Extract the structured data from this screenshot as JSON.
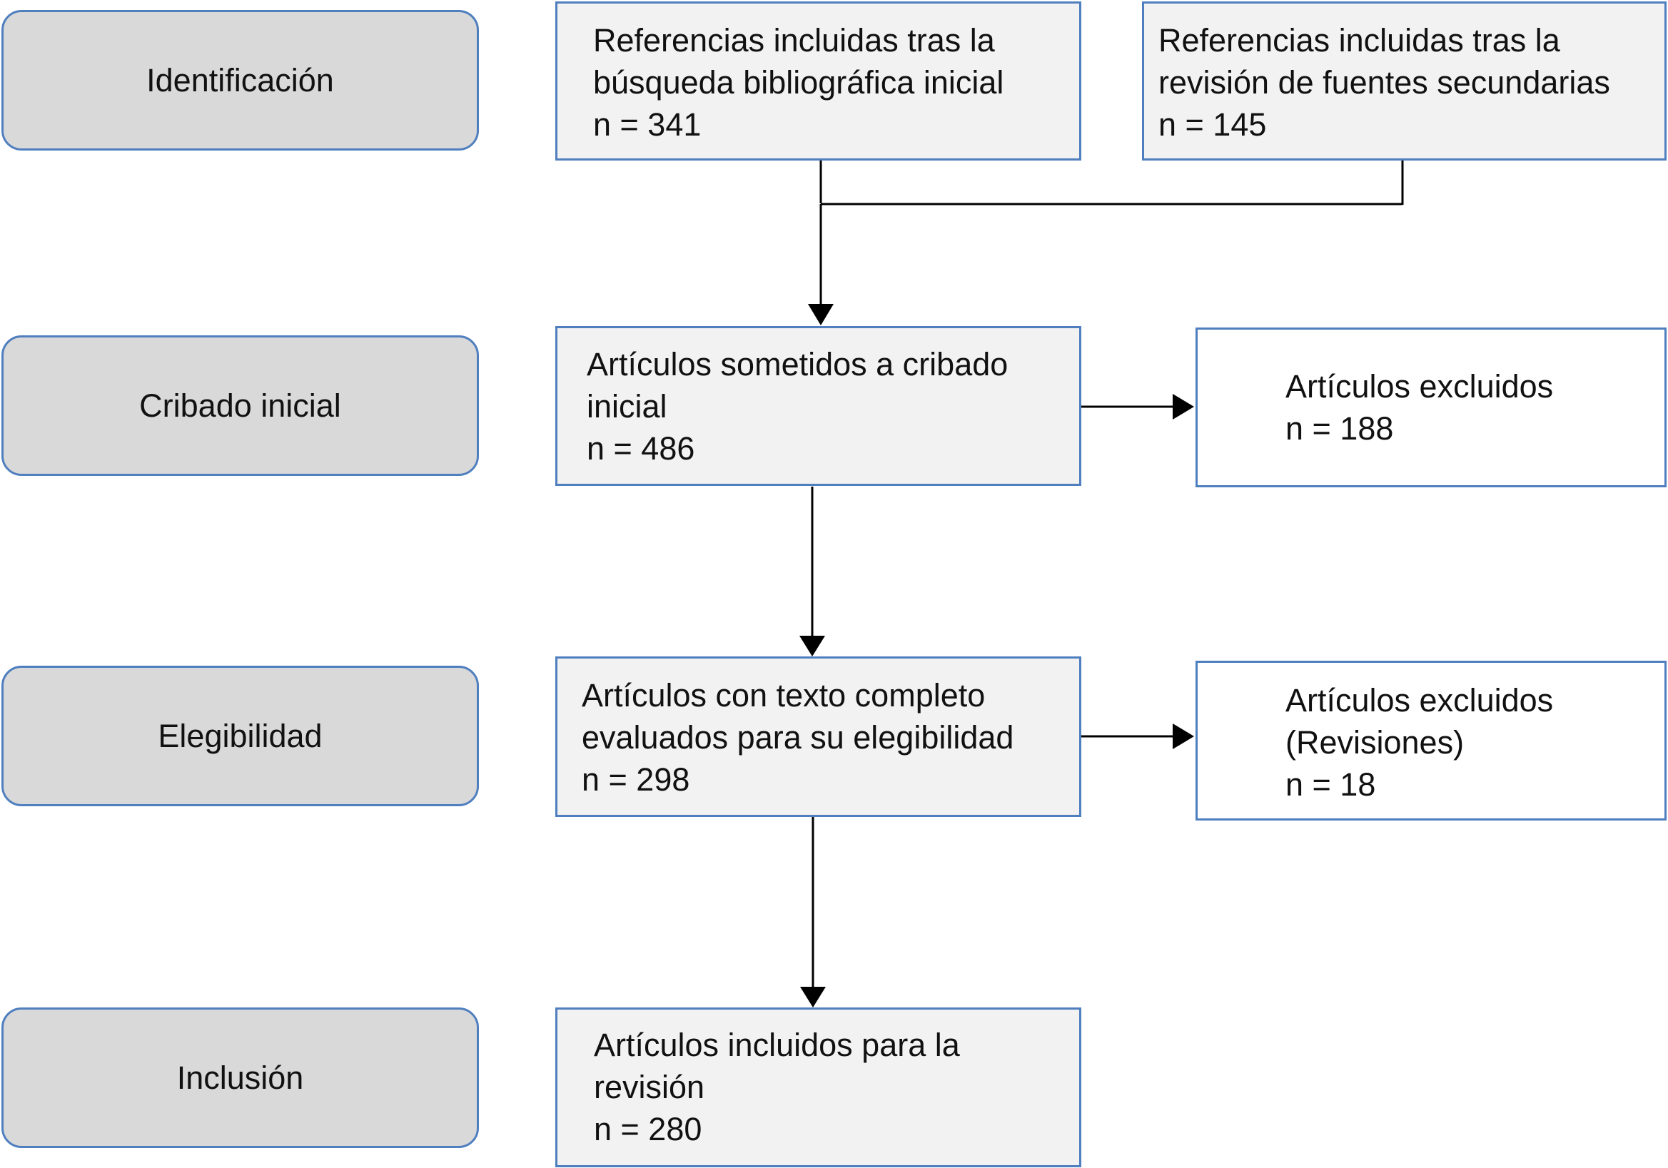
{
  "stages": {
    "identificacion": "Identificación",
    "cribado": "Cribado inicial",
    "elegibilidad": "Elegibilidad",
    "inclusion": "Inclusión"
  },
  "boxes": {
    "busqueda_inicial": {
      "lines": [
        "Referencias incluidas tras la",
        "búsqueda bibliográfica inicial",
        "n = 341"
      ]
    },
    "fuentes_secundarias": {
      "lines": [
        "Referencias incluidas tras la",
        "revisión de fuentes secundarias",
        "n = 145"
      ]
    },
    "cribado_inicial": {
      "lines": [
        "Artículos sometidos a cribado",
        "inicial",
        "n = 486"
      ]
    },
    "excluidos_cribado": {
      "lines": [
        "Artículos excluidos",
        "n = 188"
      ]
    },
    "texto_completo": {
      "lines": [
        "Artículos con texto completo",
        "evaluados para su elegibilidad",
        "n = 298"
      ]
    },
    "excluidos_revisiones": {
      "lines": [
        "Artículos excluidos",
        "(Revisiones)",
        "n = 18"
      ]
    },
    "incluidos": {
      "lines": [
        "Artículos incluidos para la",
        "revisión",
        "n = 280"
      ]
    }
  },
  "colors": {
    "border": "#4f7fbf",
    "stage_fill": "#d9d9d9",
    "box_fill": "#f2f2f2",
    "arrow": "#000000"
  }
}
